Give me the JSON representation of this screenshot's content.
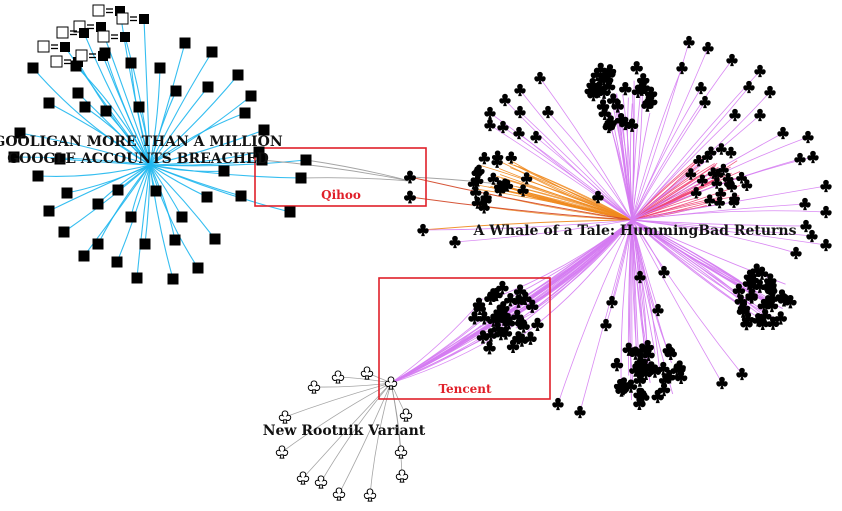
{
  "colors": {
    "cyan_edge": "#1fb7ee",
    "purple_edge": "#d57cf2",
    "orange_edge": "#f08a1e",
    "red_edge": "#d24423",
    "pink_edge": "#f04477",
    "gray_edge": "#9a9a9a",
    "highlight_box": "#e0202a",
    "node": "#000000",
    "label": "#111111"
  },
  "icons": {
    "square_node": "black-square-node",
    "club_node": "black-club-node",
    "hollow_club_node": "hollow-club-node",
    "outlined_equals_node": "white-square-equals-node"
  },
  "labels": {
    "googligan_line1": "GOOLIGAN MORE THAN A MILLION",
    "googligan_line2": "GOOGLE ACCOUNTS BREACHED",
    "hummingbad": "A Whale of a Tale: HummingBad Returns",
    "rootnik": "New Rootnik Variant",
    "qihoo": "Qihoo",
    "tencent": "Tencent"
  }
}
